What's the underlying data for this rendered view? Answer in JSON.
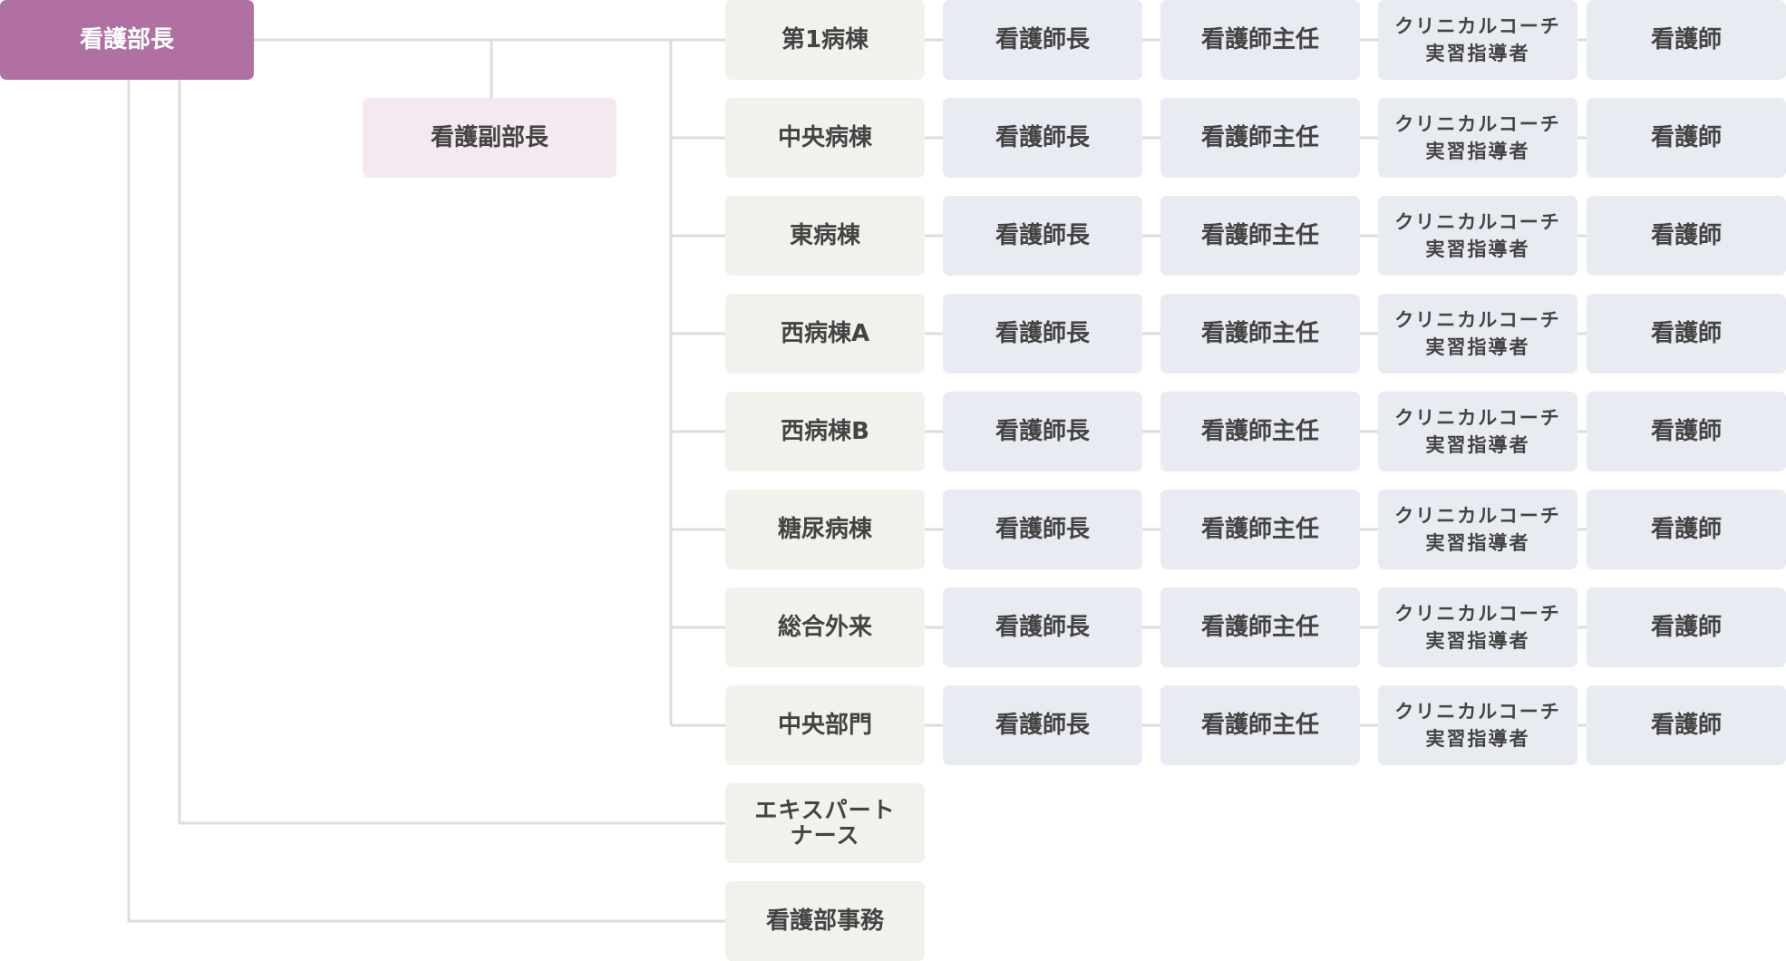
{
  "chart": {
    "root": "看護部長",
    "deputy": "看護副部長",
    "departments": [
      {
        "name": "第1病棟",
        "roles": [
          "看護師長",
          "看護師主任",
          [
            "クリニカルコーチ",
            "実習指導者"
          ],
          "看護師"
        ]
      },
      {
        "name": "中央病棟",
        "roles": [
          "看護師長",
          "看護師主任",
          [
            "クリニカルコーチ",
            "実習指導者"
          ],
          "看護師"
        ]
      },
      {
        "name": "東病棟",
        "roles": [
          "看護師長",
          "看護師主任",
          [
            "クリニカルコーチ",
            "実習指導者"
          ],
          "看護師"
        ]
      },
      {
        "name": "西病棟A",
        "roles": [
          "看護師長",
          "看護師主任",
          [
            "クリニカルコーチ",
            "実習指導者"
          ],
          "看護師"
        ]
      },
      {
        "name": "西病棟B",
        "roles": [
          "看護師長",
          "看護師主任",
          [
            "クリニカルコーチ",
            "実習指導者"
          ],
          "看護師"
        ]
      },
      {
        "name": "糖尿病棟",
        "roles": [
          "看護師長",
          "看護師主任",
          [
            "クリニカルコーチ",
            "実習指導者"
          ],
          "看護師"
        ]
      },
      {
        "name": "総合外来",
        "roles": [
          "看護師長",
          "看護師主任",
          [
            "クリニカルコーチ",
            "実習指導者"
          ],
          "看護師"
        ]
      },
      {
        "name": "中央部門",
        "roles": [
          "看護師長",
          "看護師主任",
          [
            "クリニカルコーチ",
            "実習指導者"
          ],
          "看護師"
        ]
      }
    ],
    "expert": [
      "エキスパート",
      "ナース"
    ],
    "office": "看護部事務",
    "colors": {
      "root": "#b070a4",
      "deputy": "#f5e9f1",
      "department": "#f3f1ec",
      "role": "#e9ebf2",
      "connector": "#dddddd",
      "text": "#444444"
    }
  }
}
